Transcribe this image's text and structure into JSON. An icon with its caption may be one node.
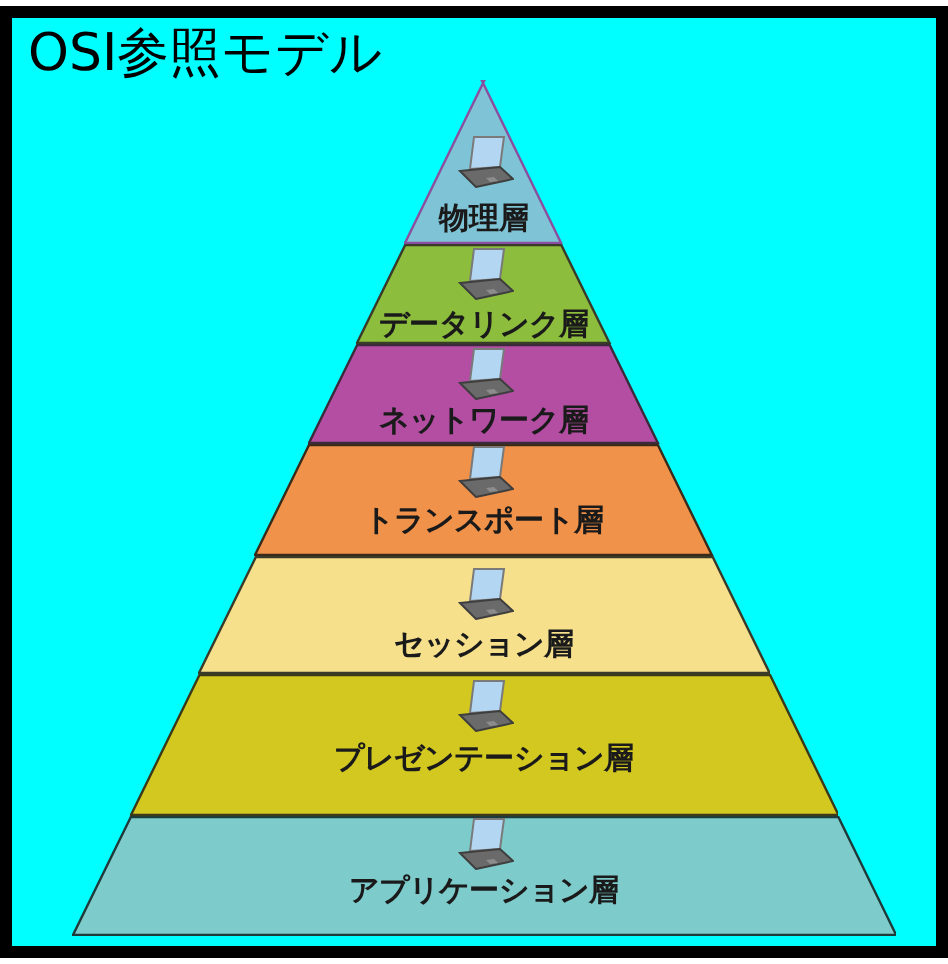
{
  "diagram": {
    "title": "OSI参照モデル",
    "nodes": [
      {
        "text": [
          "物理層"
        ]
      },
      {
        "text": [
          "データリンク層"
        ]
      },
      {
        "text": [
          "ネットワーク層"
        ]
      },
      {
        "text": [
          "トランスポート層"
        ]
      },
      {
        "text": [
          "セッション層"
        ]
      },
      {
        "text": [
          "プレゼンテーション層"
        ]
      },
      {
        "text": [
          "アプリケーション層"
        ]
      }
    ]
  }
}
